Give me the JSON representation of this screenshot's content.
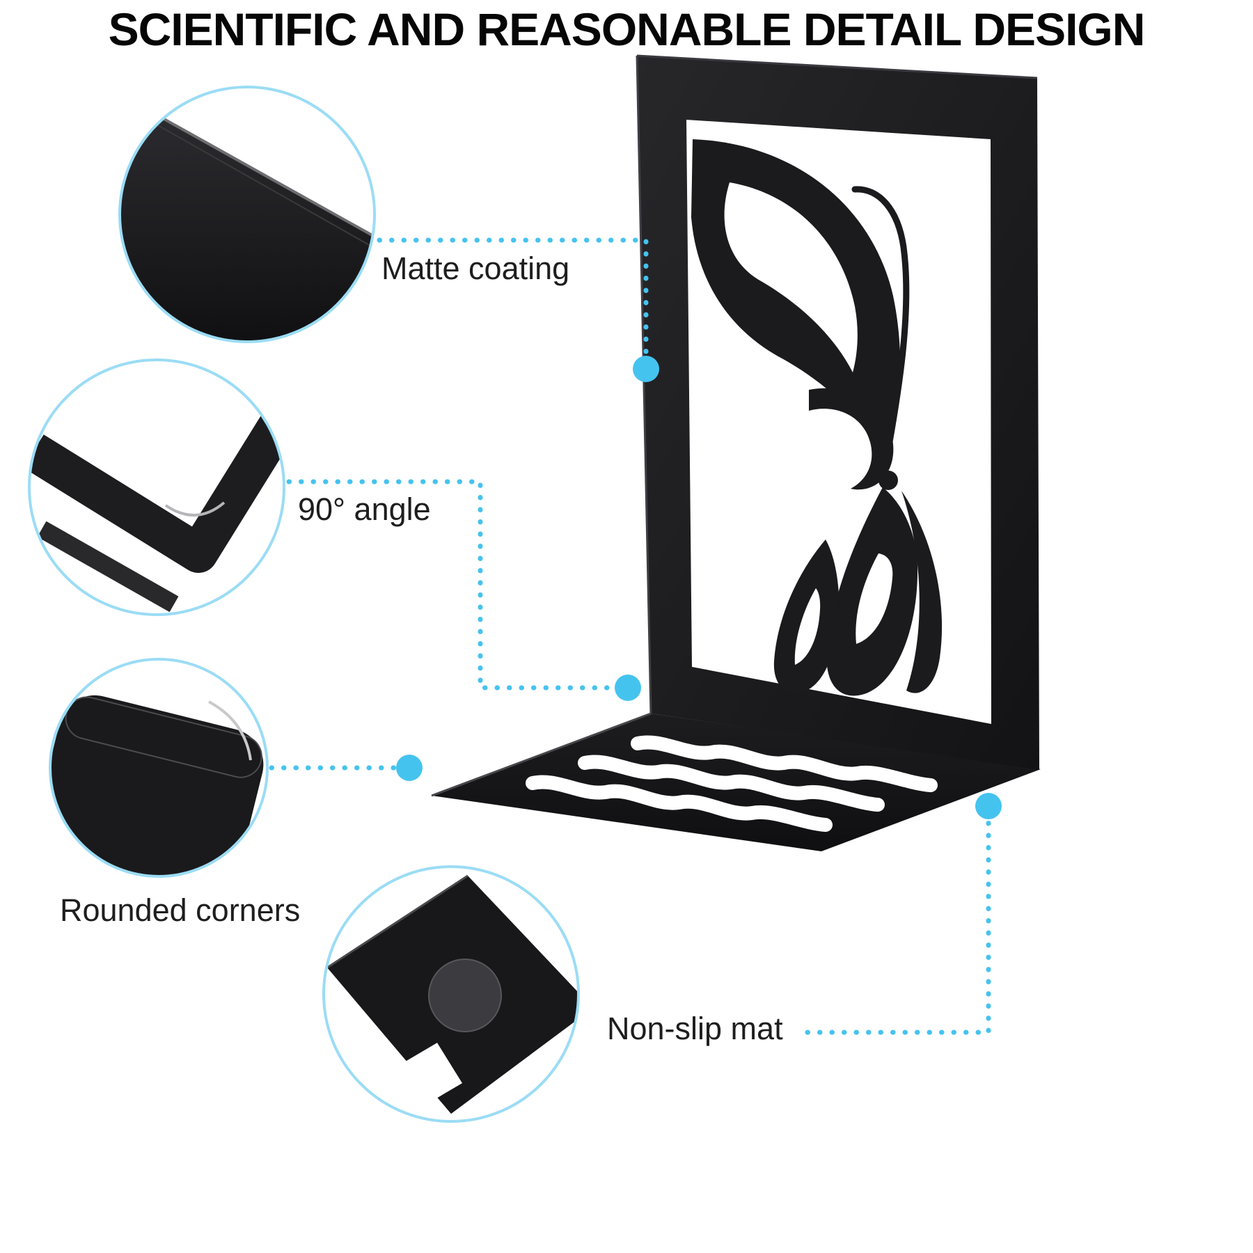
{
  "title": "SCIENTIFIC AND REASONABLE DETAIL DESIGN",
  "accent_color": "#45c3ef",
  "product": {
    "name": "butterfly-metal-bookend",
    "body_color": "#1b1b1e"
  },
  "callouts": {
    "matte": {
      "label": "Matte coating"
    },
    "angle": {
      "label": "90° angle"
    },
    "corners": {
      "label": "Rounded corners"
    },
    "mat": {
      "label": "Non-slip mat"
    }
  }
}
